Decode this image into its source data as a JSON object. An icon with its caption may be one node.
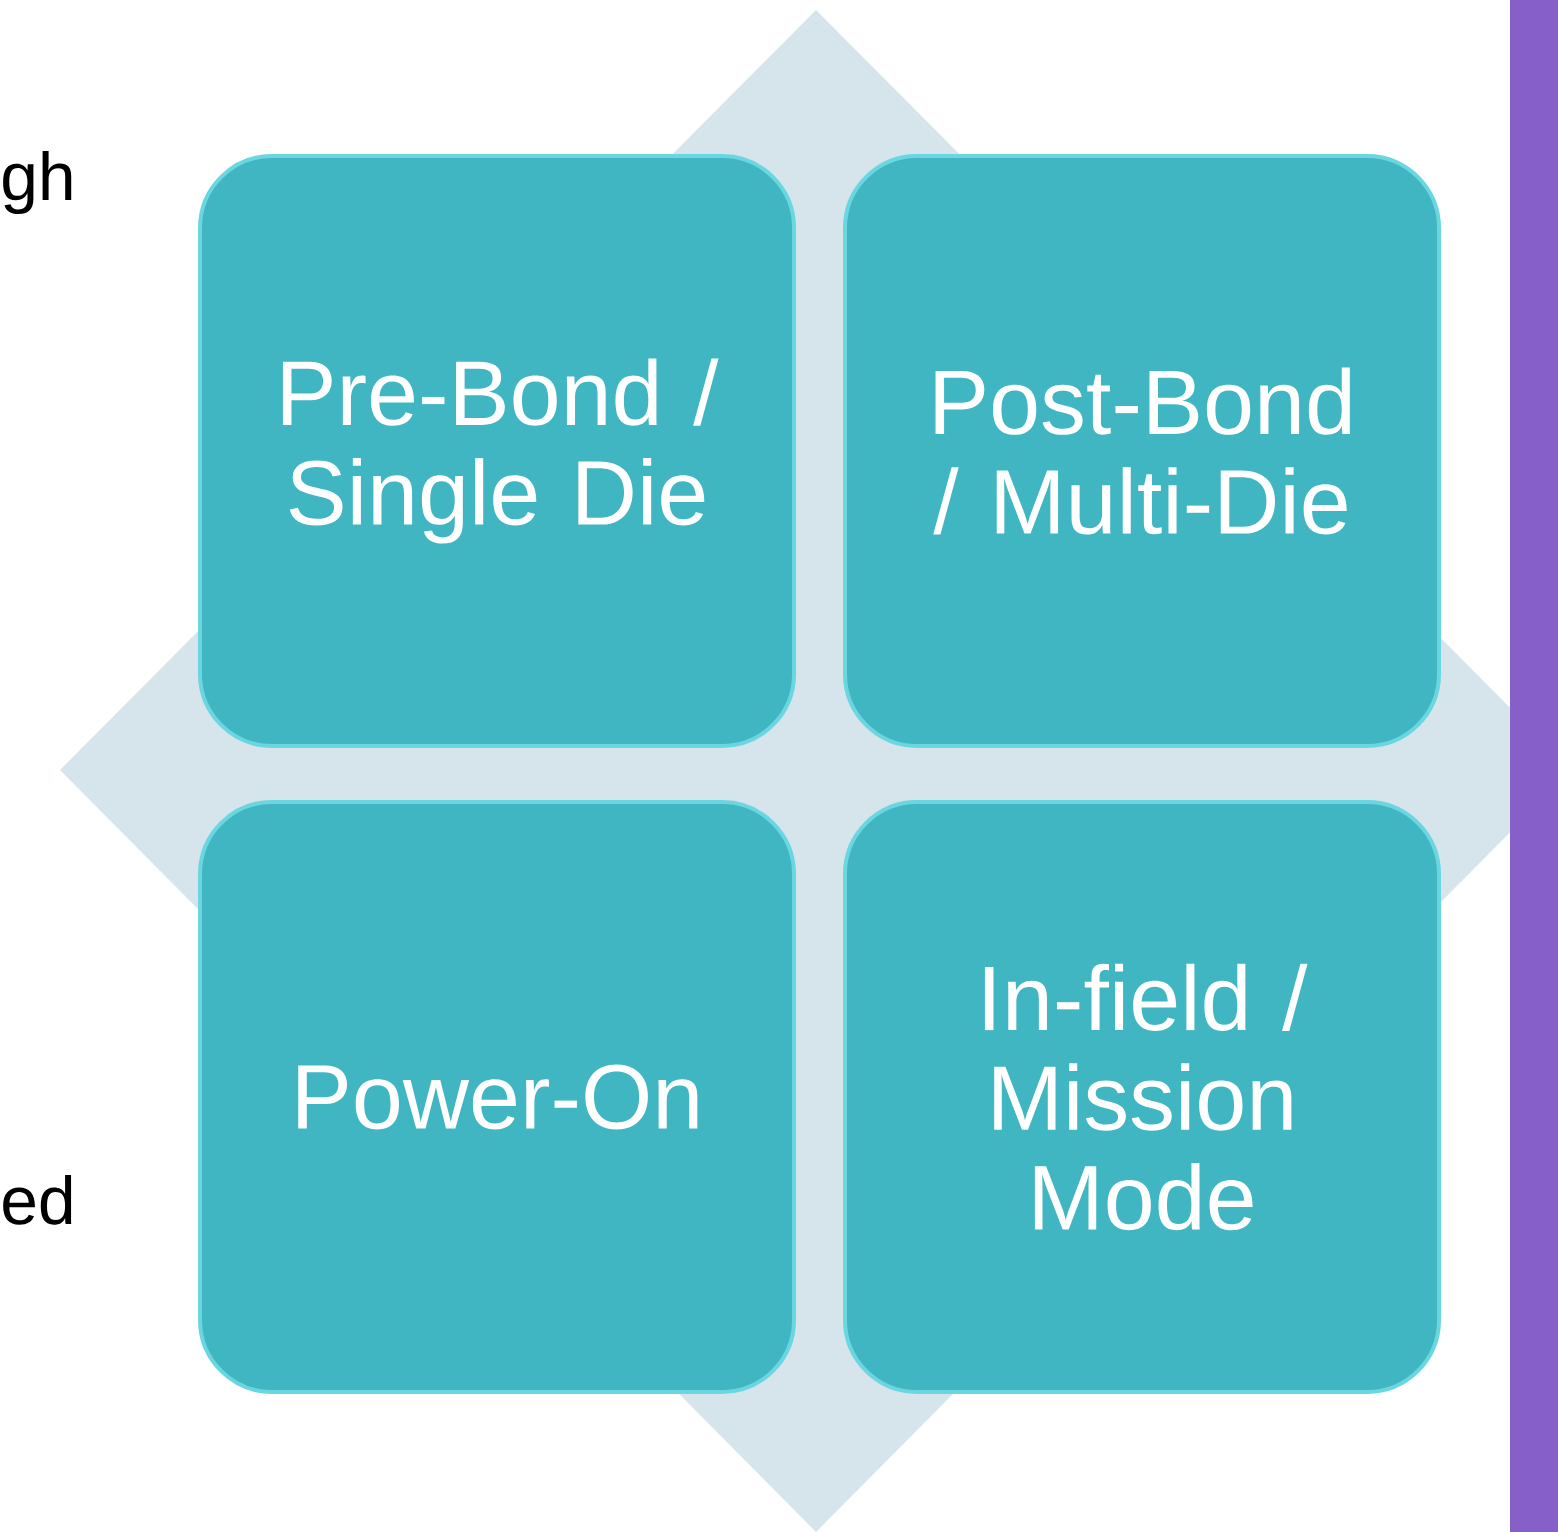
{
  "diagram": {
    "nodes": [
      {
        "text": [
          "Pre-Bond / Single Die"
        ]
      },
      {
        "text": [
          "Post-Bond / Multi-Die"
        ]
      },
      {
        "text": [
          "Power-On"
        ]
      },
      {
        "text": [
          "In-field / Mission Mode"
        ]
      },
      {
        "text": [],
        "shape": "bar"
      }
    ],
    "labels": [
      "gh",
      "ed"
    ]
  }
}
